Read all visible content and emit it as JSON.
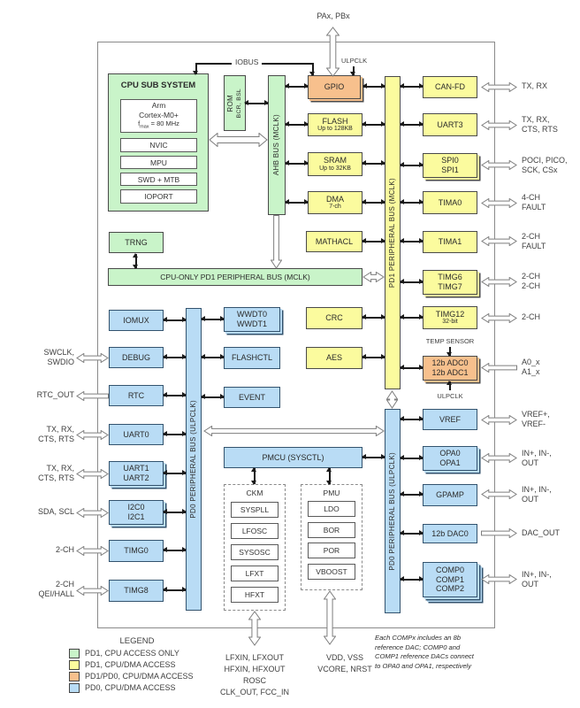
{
  "top": {
    "port_label": "PAx, PBx",
    "iobus_label": "IOBUS",
    "ulpclk_label": "ULPCLK"
  },
  "cpu": {
    "title": "CPU SUB SYSTEM",
    "core_line1": "Arm",
    "core_line2": "Cortex-M0+",
    "fmax_prefix": "f",
    "fmax_sub": "max",
    "fmax_suffix": " = 80 MHz",
    "rows": [
      "NVIC",
      "MPU",
      "SWD + MTB",
      "IOPORT"
    ]
  },
  "rom": {
    "name": "ROM",
    "sub": "BCR, BSL"
  },
  "buses": {
    "ahb": "AHB BUS (MCLK)",
    "pd1": "PD1 PERIPHERAL BUS (MCLK)",
    "cpu_only_pd1": "CPU-ONLY PD1 PERIPHERAL BUS (MCLK)",
    "pd0_left": "PD0 PERIPHERAL BUS (ULPCLK)",
    "pd0_right": "PD0 PERIPHERAL BUS (ULPCLK)"
  },
  "blocks": {
    "gpio": "GPIO",
    "flash": {
      "name": "FLASH",
      "sub": "Up to 128KB"
    },
    "sram": {
      "name": "SRAM",
      "sub": "Up to 32KB"
    },
    "dma": {
      "name": "DMA",
      "sub": "7-ch"
    },
    "mathacl": "MATHACL",
    "trng": "TRNG",
    "crc": "CRC",
    "aes": "AES",
    "canfd": "CAN-FD",
    "uart3": "UART3",
    "spi": "SPI0\nSPI1",
    "tima0": "TIMA0",
    "tima1": "TIMA1",
    "timg67": "TIMG6\nTIMG7",
    "timg12": {
      "name": "TIMG12",
      "sub": "32-bit"
    },
    "adc": "12b ADC0\n12b ADC1",
    "temp_sensor": "TEMP SENSOR",
    "adc_ulpclk": "ULPCLK",
    "vref": "VREF",
    "opa": "OPA0\nOPA1",
    "gpamp": "GPAMP",
    "dac": "12b DAC0",
    "comp": "COMP0\nCOMP1\nCOMP2",
    "iomux": "IOMUX",
    "debug": "DEBUG",
    "rtc": "RTC",
    "uart0": "UART0",
    "uart12": "UART1\nUART2",
    "i2c": "I2C0\nI2C1",
    "timg0": "TIMG0",
    "timg8": "TIMG8",
    "wwdt": "WWDT0\nWWDT1",
    "flashctl": "FLASHCTL",
    "event": "EVENT",
    "pmcu": "PMCU (SYSCTL)"
  },
  "ckm": {
    "title": "CKM",
    "items": [
      "SYSPLL",
      "LFOSC",
      "SYSOSC",
      "LFXT",
      "HFXT"
    ]
  },
  "pmu": {
    "title": "PMU",
    "items": [
      "LDO",
      "BOR",
      "POR",
      "VBOOST"
    ]
  },
  "pins_left": [
    "SWCLK,\nSWDIO",
    "RTC_OUT",
    "TX, RX,\nCTS, RTS",
    "TX, RX,\nCTS, RTS",
    "SDA, SCL",
    "2-CH",
    "2-CH\nQEI/HALL"
  ],
  "pins_right": [
    "TX, RX",
    "TX, RX,\nCTS, RTS",
    "POCI, PICO,\nSCK, CSx",
    "4-CH\nFAULT",
    "2-CH\nFAULT",
    "2-CH\n2-CH",
    "2-CH",
    "A0_x\nA1_x",
    "VREF+,\nVREF-",
    "IN+, IN-,\nOUT",
    "IN+, IN-,\nOUT",
    "DAC_OUT",
    "IN+, IN-,\nOUT"
  ],
  "bottom": {
    "clock_pins": "LFXIN, LFXOUT\nHFXIN, HFXOUT\nROSC\nCLK_OUT, FCC_IN",
    "power_pins": "VDD, VSS\nVCORE, NRST",
    "note": "Each COMPx includes an 8b\nreference DAC; COMP0 and\nCOMP1 reference DACs connect\nto OPA0 and OPA1, respectively"
  },
  "legend": {
    "title": "LEGEND",
    "items": [
      {
        "label": "PD1, CPU ACCESS ONLY",
        "color": "#c9f4c9"
      },
      {
        "label": "PD1, CPU/DMA ACCESS",
        "color": "#fbfb9e"
      },
      {
        "label": "PD1/PD0, CPU/DMA ACCESS",
        "color": "#f7c08d"
      },
      {
        "label": "PD0, CPU/DMA ACCESS",
        "color": "#b9dcf5"
      }
    ]
  },
  "colors": {
    "green": "#c9f4c9",
    "yellow": "#fbfb9e",
    "orange": "#f7c08d",
    "blue": "#b9dcf5"
  }
}
